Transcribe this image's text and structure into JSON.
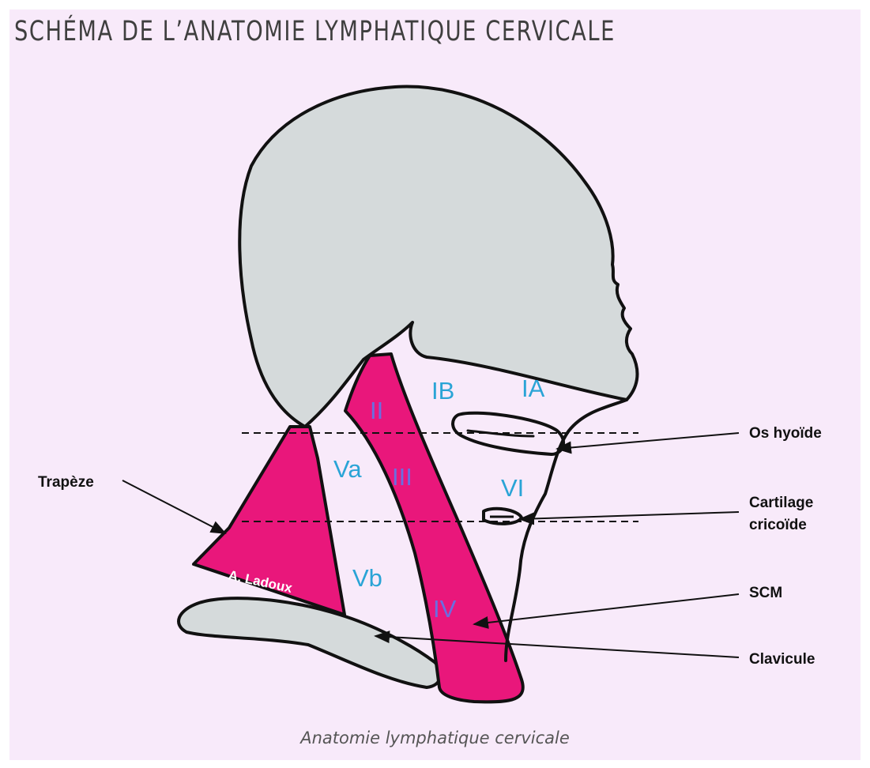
{
  "title": "SCHÉMA DE L’ANATOMIE LYMPHATIQUE CERVICALE",
  "caption": "Anatomie lymphatique cervicale",
  "watermark": "A. Ladoux",
  "colors": {
    "background": "#f8eafa",
    "head": "#d5dadb",
    "muscle": "#e9177b",
    "level_label": "#2aa4d6",
    "outline": "#111111"
  },
  "levels": {
    "IA": "IA",
    "IB": "IB",
    "II": "II",
    "III": "III",
    "IV": "IV",
    "Va": "Va",
    "Vb": "Vb",
    "VI": "VI"
  },
  "annotations": {
    "trapeze": "Trapèze",
    "os_hyoide": "Os hyoïde",
    "cartilage_line1": "Cartilage",
    "cartilage_line2": "cricoïde",
    "scm": "SCM",
    "clavicule": "Clavicule"
  }
}
